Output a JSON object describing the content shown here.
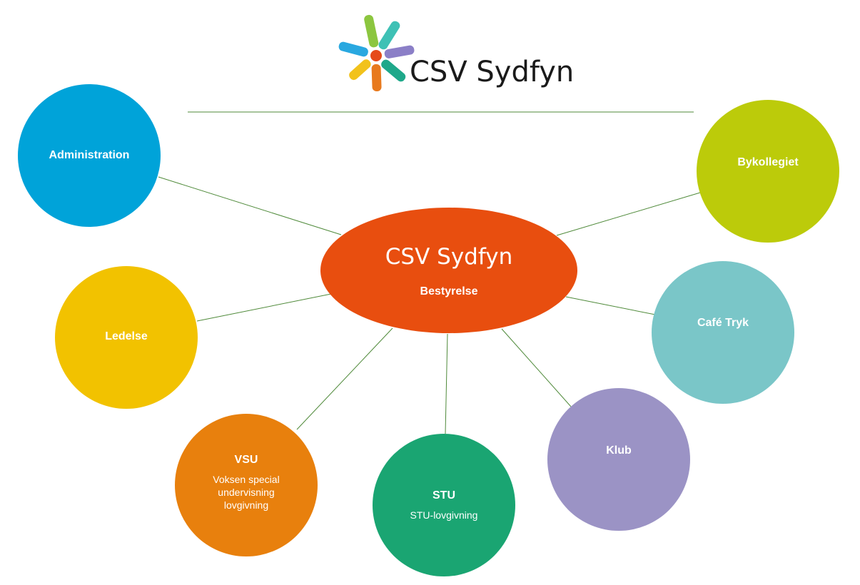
{
  "logo": {
    "text": "CSV Sydfyn",
    "icon": "flower-brush-icon",
    "petal_colors": [
      "#8cc63f",
      "#3ec1b5",
      "#8b7fc7",
      "#1ea88a",
      "#e87a1e",
      "#f2c21b",
      "#29a8e0",
      "#e64a19"
    ]
  },
  "center": {
    "title": "CSV Sydfyn",
    "subtitle": "Bestyrelse",
    "color": "#e84e0f"
  },
  "nodes": [
    {
      "key": "administration",
      "title": "Administration",
      "lines": [],
      "color": "#00a3d9"
    },
    {
      "key": "ledelse",
      "title": "Ledelse",
      "lines": [],
      "color": "#f2c200"
    },
    {
      "key": "vsu",
      "title": "VSU",
      "lines": [
        "Voksen special",
        "undervisning",
        "lovgivning"
      ],
      "color": "#e8800d"
    },
    {
      "key": "stu",
      "title": "STU",
      "lines": [
        "STU-lovgivning"
      ],
      "color": "#1aa572"
    },
    {
      "key": "klub",
      "title": "Klub",
      "lines": [],
      "color": "#9b93c5"
    },
    {
      "key": "cafe-tryk",
      "title": "Café Tryk",
      "lines": [],
      "color": "#7ac6c8"
    },
    {
      "key": "bykollegiet",
      "title": "Bykollegiet",
      "lines": [],
      "color": "#bccb0a"
    }
  ],
  "connector_color": "#4f8a3a"
}
